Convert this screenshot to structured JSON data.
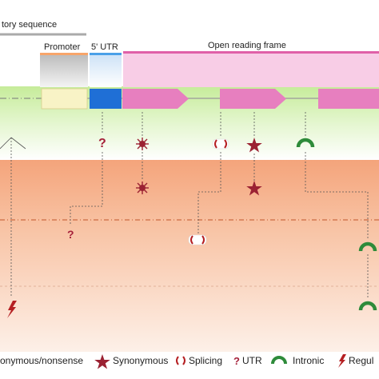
{
  "header": {
    "regulatory_label": "tory sequence",
    "promoter_label": "Promoter",
    "utr_label": "5' UTR",
    "orf_label": "Open reading frame"
  },
  "legend": {
    "items": [
      {
        "label": "onymous/nonsense",
        "icon": "starburst-icon"
      },
      {
        "label": "Synonymous",
        "icon": "star-icon"
      },
      {
        "label": "Splicing",
        "icon": "brackets-icon"
      },
      {
        "label": "UTR",
        "icon": "question-mark-icon"
      },
      {
        "label": "Intronic",
        "icon": "arch-icon"
      },
      {
        "label": "Regul",
        "icon": "lightning-icon"
      }
    ]
  },
  "colors": {
    "promoter": "#f7a56a",
    "utr": "#1f6fd6",
    "orf": "#e77fbf",
    "orf_band": "#f7c9e3",
    "green_band": "#d5f0b0",
    "peach_band": "#f6b592",
    "star": "#9b2233",
    "arch": "#2e8b3a"
  }
}
